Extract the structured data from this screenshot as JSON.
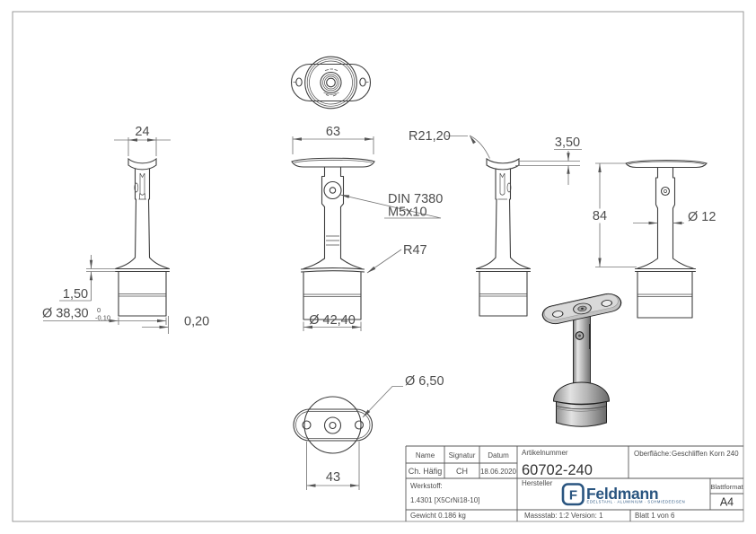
{
  "dims": {
    "v1_24": "24",
    "v1_150": "1,50",
    "v1_d3830": "Ø 38,30",
    "v1_tol_up": "0",
    "v1_tol_dn": "-0,10",
    "v1_020": "0,20",
    "v2_63": "63",
    "v2_din": "DIN 7380",
    "v2_m5": "M5x10",
    "v2_r47": "R47",
    "v2_d4240": "Ø 42,40",
    "v3_r2120": "R21,20",
    "v3_350": "3,50",
    "v4_84": "84",
    "v4_d12": "Ø 12",
    "b_d650": "Ø 6,50",
    "b_43": "43"
  },
  "title_block": {
    "name_label": "Name",
    "signatur_label": "Signatur",
    "datum_label": "Datum",
    "artikelnummer_label": "Artikelnummer",
    "oberflaeche_label": "Oberfläche:",
    "oberflaeche_value": "Geschliffen Korn 240",
    "name_value": "Ch. Häfig",
    "signatur_value": "CH",
    "datum_value": "18.06.2020",
    "artikelnummer_value": "60702-240",
    "werkstoff_label": "Werkstoff:",
    "werkstoff_value": "1.4301 [X5CrNi18-10]",
    "hersteller_label": "Hersteller",
    "blattformat_label": "Blattformat",
    "blattformat_value": "A4",
    "gewicht": "Gewicht 0.186 kg",
    "massstab": "Massstab: 1:2",
    "version": "Version: 1",
    "blatt": "Blatt 1 von 6"
  },
  "logo": {
    "mark": "F",
    "name": "Feldmann",
    "tagline": "EDELSTAHL · ALUMINIUM · SCHMIEDEEISEN"
  },
  "colors": {
    "line": "#3e3e3e",
    "dim_line": "#757575",
    "logo_blue": "#2a5580",
    "border": "#9a9a9a"
  }
}
